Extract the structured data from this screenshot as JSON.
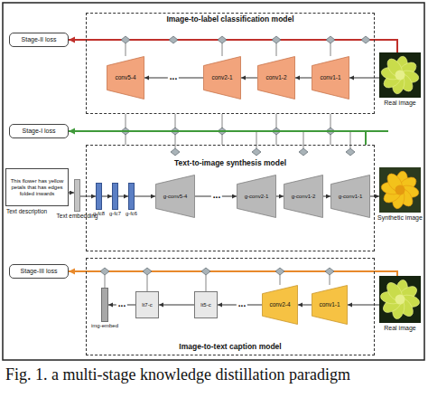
{
  "diagram": {
    "caption": "Fig. 1. a multi-stage knowledge distillation paradigm",
    "nodes": [
      {
        "text": [
          "Stage-II loss"
        ]
      },
      {
        "text": [
          "Image-to-label classification model"
        ]
      },
      {
        "text": [
          "conv5-4"
        ],
        "in": 1
      },
      {
        "text": [
          "conv2-1"
        ],
        "in": 1
      },
      {
        "text": [
          "conv1-2"
        ],
        "in": 1
      },
      {
        "text": [
          "conv1-1"
        ],
        "in": 1
      },
      {
        "text": [
          "Real image"
        ]
      },
      {
        "text": [
          "Stage-I loss"
        ]
      },
      {
        "text": [
          "This flower has yellow petals that has edges folded inwards",
          "Text description"
        ]
      },
      {
        "text": [
          "Text embedding"
        ]
      },
      {
        "text": [
          "Text-to-image synthesis model"
        ]
      },
      {
        "text": [
          "g-fc8"
        ],
        "in": 10
      },
      {
        "text": [
          "g-fc7"
        ],
        "in": 10
      },
      {
        "text": [
          "g-fc6"
        ],
        "in": 10
      },
      {
        "text": [
          "g-conv5-4"
        ],
        "in": 10
      },
      {
        "text": [
          "g-conv2-1"
        ],
        "in": 10
      },
      {
        "text": [
          "g-conv1-2"
        ],
        "in": 10
      },
      {
        "text": [
          "g-conv1-1"
        ],
        "in": 10
      },
      {
        "text": [
          "Synthetic image"
        ]
      },
      {
        "text": [
          "Stage-III loss"
        ]
      },
      {
        "text": [
          "Image-to-text caption model"
        ]
      },
      {
        "text": [
          "img-embed"
        ],
        "in": 20
      },
      {
        "text": [
          "lt7-c"
        ],
        "in": 20
      },
      {
        "text": [
          "lt5-c"
        ],
        "in": 20
      },
      {
        "text": [
          "conv2-4"
        ],
        "in": 20
      },
      {
        "text": [
          "conv1-1"
        ],
        "in": 20
      },
      {
        "text": [
          "Real image"
        ]
      }
    ],
    "edges": [
      {
        "from": 1,
        "to": 0,
        "arrow": "to"
      },
      {
        "from": 6,
        "to": 5,
        "arrow": "to"
      },
      {
        "from": 5,
        "to": 4,
        "arrow": "to"
      },
      {
        "from": 4,
        "to": 3,
        "arrow": "to"
      },
      {
        "from": 3,
        "to": 2,
        "arrow": "to"
      },
      {
        "from": 10,
        "to": 7,
        "arrow": "to"
      },
      {
        "from": 8,
        "to": 9,
        "arrow": "to"
      },
      {
        "from": 9,
        "to": 11,
        "arrow": "to"
      },
      {
        "from": 11,
        "to": 12,
        "arrow": "to"
      },
      {
        "from": 12,
        "to": 13,
        "arrow": "to"
      },
      {
        "from": 13,
        "to": 14,
        "arrow": "to"
      },
      {
        "from": 14,
        "to": 15,
        "arrow": "to"
      },
      {
        "from": 15,
        "to": 16,
        "arrow": "to"
      },
      {
        "from": 16,
        "to": 17,
        "arrow": "to"
      },
      {
        "from": 17,
        "to": 18,
        "arrow": "to"
      },
      {
        "from": 20,
        "to": 19,
        "arrow": "to"
      },
      {
        "from": 26,
        "to": 25,
        "arrow": "to"
      },
      {
        "from": 25,
        "to": 24,
        "arrow": "to"
      },
      {
        "from": 24,
        "to": 23,
        "arrow": "to"
      },
      {
        "from": 23,
        "to": 22,
        "arrow": "to"
      },
      {
        "from": 22,
        "to": 21,
        "arrow": "to"
      }
    ],
    "labels": [
      "...",
      "...",
      "...",
      "..."
    ]
  }
}
